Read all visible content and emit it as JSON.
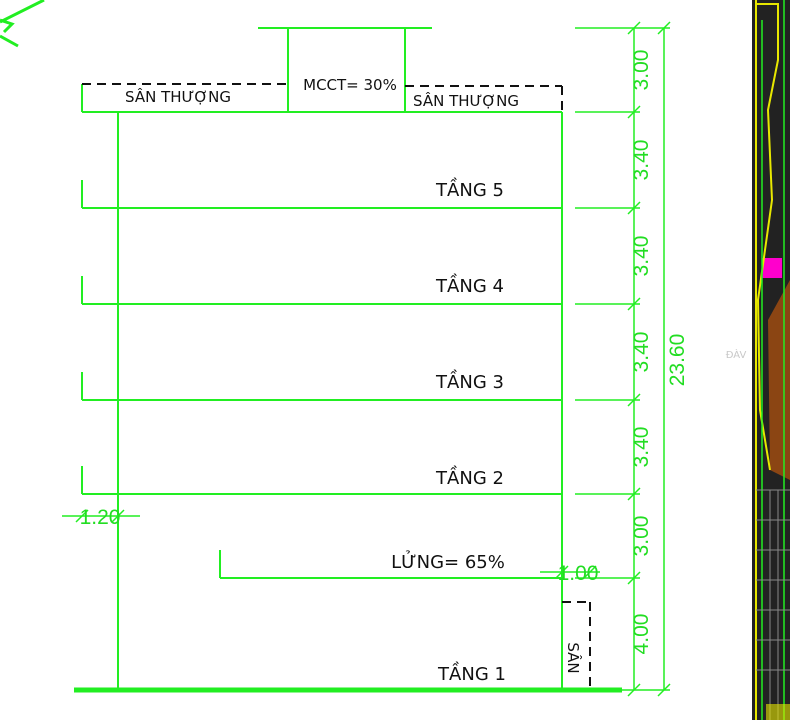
{
  "colors": {
    "line": "#22ee22",
    "dash": "#111111",
    "text": "#111111",
    "dim_text": "#22dd22",
    "accent_magenta": "#ff00cc",
    "panel_dark": "#222222",
    "panel_brown": "#8b4513",
    "panel_yellow": "#e8e800"
  },
  "labels": {
    "roof_left": "SÂN THƯỢNG",
    "roof_right": "SÂN THƯỢNG",
    "mcct": "MCCT= 30%",
    "floor5": "TẦNG 5",
    "floor4": "TẦNG 4",
    "floor3": "TẦNG 3",
    "floor2": "TẦNG 2",
    "mezzanine": "LỬNG= 65%",
    "floor1": "TẦNG 1",
    "yard": "SÂN"
  },
  "dimensions": {
    "setback_left": "1.20",
    "setback_right": "1.00",
    "roof_height": "3.00",
    "floor5_height": "3.40",
    "floor4_height": "3.40",
    "floor3_height": "3.40",
    "floor2_height": "3.40",
    "mezzanine_height": "3.00",
    "floor1_height": "4.00",
    "total_height": "23.60"
  },
  "watermark": "ĐÀV"
}
